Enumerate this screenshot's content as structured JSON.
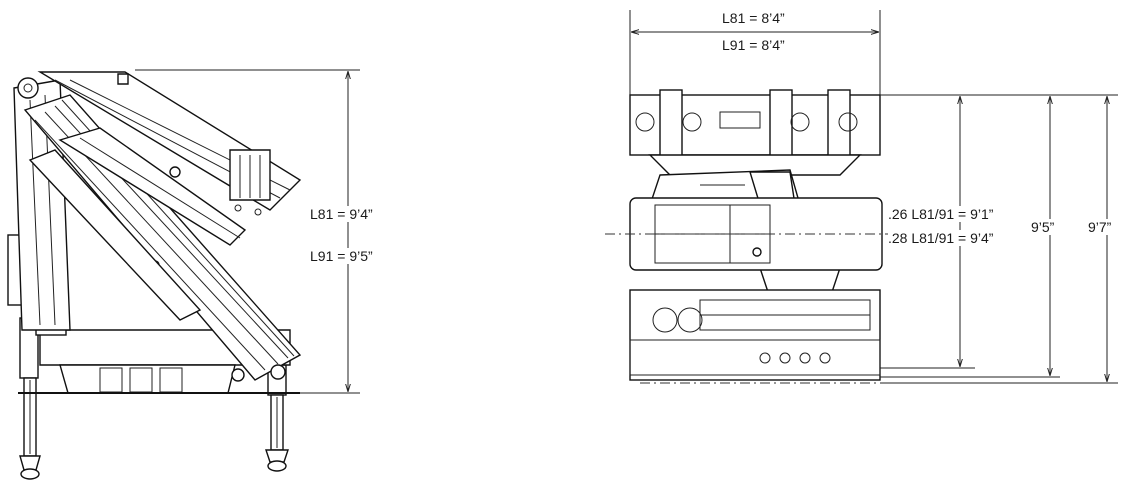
{
  "side_view": {
    "height_l81": "L81 = 9’4”",
    "height_l91": "L91 = 9’5”"
  },
  "rear_view": {
    "width_l81": "L81 = 8’4”",
    "width_l91": "L91 = 8’4”",
    "height_26": ".26 L81/91 = 9’1”",
    "height_28": ".28 L81/91 = 9’4”",
    "height_a": "9’5”",
    "height_b": "9’7”"
  }
}
